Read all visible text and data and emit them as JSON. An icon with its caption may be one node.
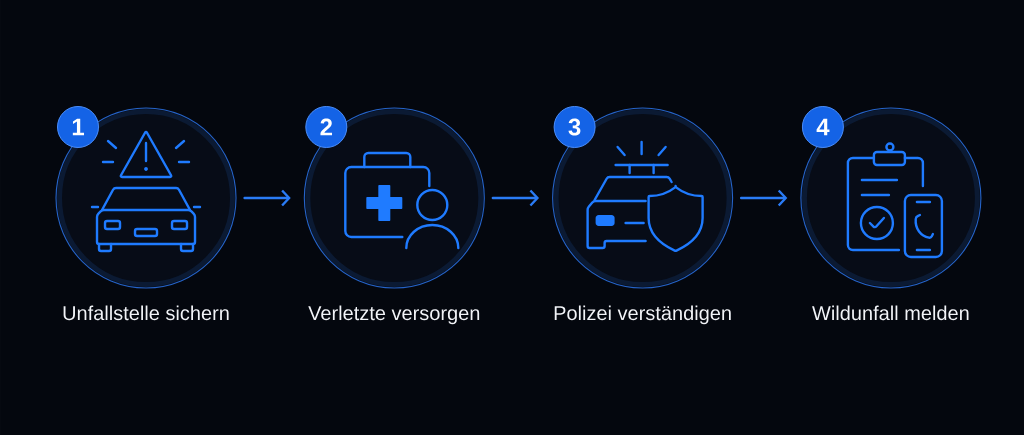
{
  "diagram": {
    "nodes": [
      {
        "text": [
          "1"
        ]
      },
      {
        "text": [
          "Unfallstelle sichern"
        ]
      },
      {
        "text": [
          "2"
        ]
      },
      {
        "text": [
          "Verletzte versorgen"
        ]
      },
      {
        "text": [
          "3"
        ]
      },
      {
        "text": [
          "Polizei verständigen"
        ]
      },
      {
        "text": [
          "4"
        ]
      },
      {
        "text": [
          "Wildunfall melden"
        ]
      }
    ],
    "edges": [
      {
        "from": 1,
        "to": 3,
        "arrow": "to"
      },
      {
        "from": 3,
        "to": 5,
        "arrow": "to"
      },
      {
        "from": 5,
        "to": 7,
        "arrow": "to"
      }
    ]
  }
}
